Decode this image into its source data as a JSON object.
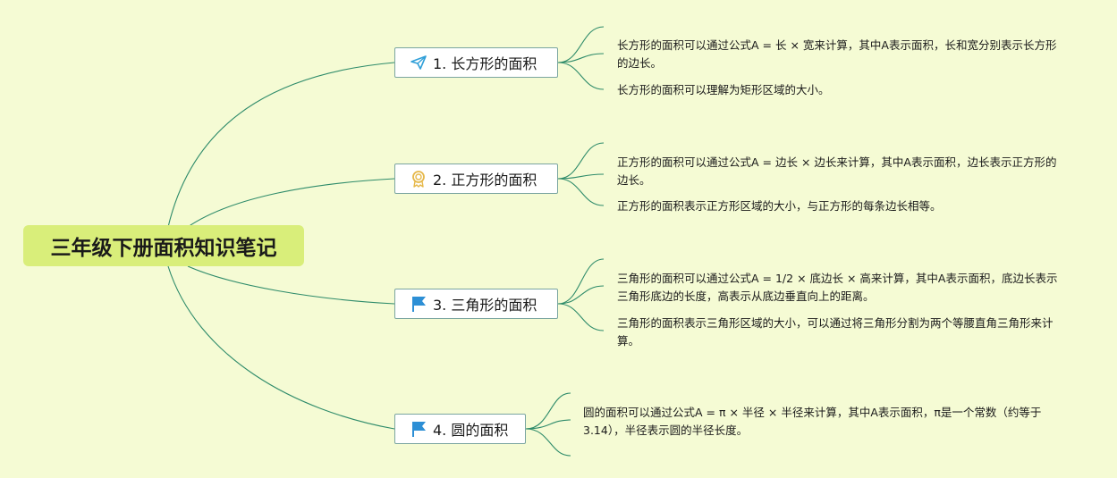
{
  "root": {
    "title": "三年级下册面积知识笔记"
  },
  "branches": [
    {
      "label": "1. 长方形的面积",
      "icon": "paper-plane-icon",
      "notes": [
        "长方形的面积可以通过公式A = 长 × 宽来计算，其中A表示面积，长和宽分别表示长方形的边长。",
        "长方形的面积可以理解为矩形区域的大小。"
      ]
    },
    {
      "label": "2. 正方形的面积",
      "icon": "award-ribbon-icon",
      "notes": [
        "正方形的面积可以通过公式A = 边长 × 边长来计算，其中A表示面积，边长表示正方形的边长。",
        "正方形的面积表示正方形区域的大小，与正方形的每条边长相等。"
      ]
    },
    {
      "label": "3. 三角形的面积",
      "icon": "flag-icon",
      "notes": [
        "三角形的面积可以通过公式A = 1/2 × 底边长 × 高来计算，其中A表示面积，底边长表示三角形底边的长度，高表示从底边垂直向上的距离。",
        "三角形的面积表示三角形区域的大小，可以通过将三角形分割为两个等腰直角三角形来计算。"
      ]
    },
    {
      "label": "4. 圆的面积",
      "icon": "flag-icon",
      "notes": [
        "圆的面积可以通过公式A = π × 半径 × 半径来计算，其中A表示面积，π是一个常数（约等于3.14），半径表示圆的半径长度。"
      ]
    }
  ],
  "colors": {
    "background": "#f5fbd4",
    "root_fill": "#d9ee7a",
    "connector": "#2e8b6a",
    "branch_border": "#7aa5a0",
    "plane_icon": "#2f9fd8",
    "award_icon": "#e6b84a",
    "flag_icon": "#2d8fd5"
  }
}
